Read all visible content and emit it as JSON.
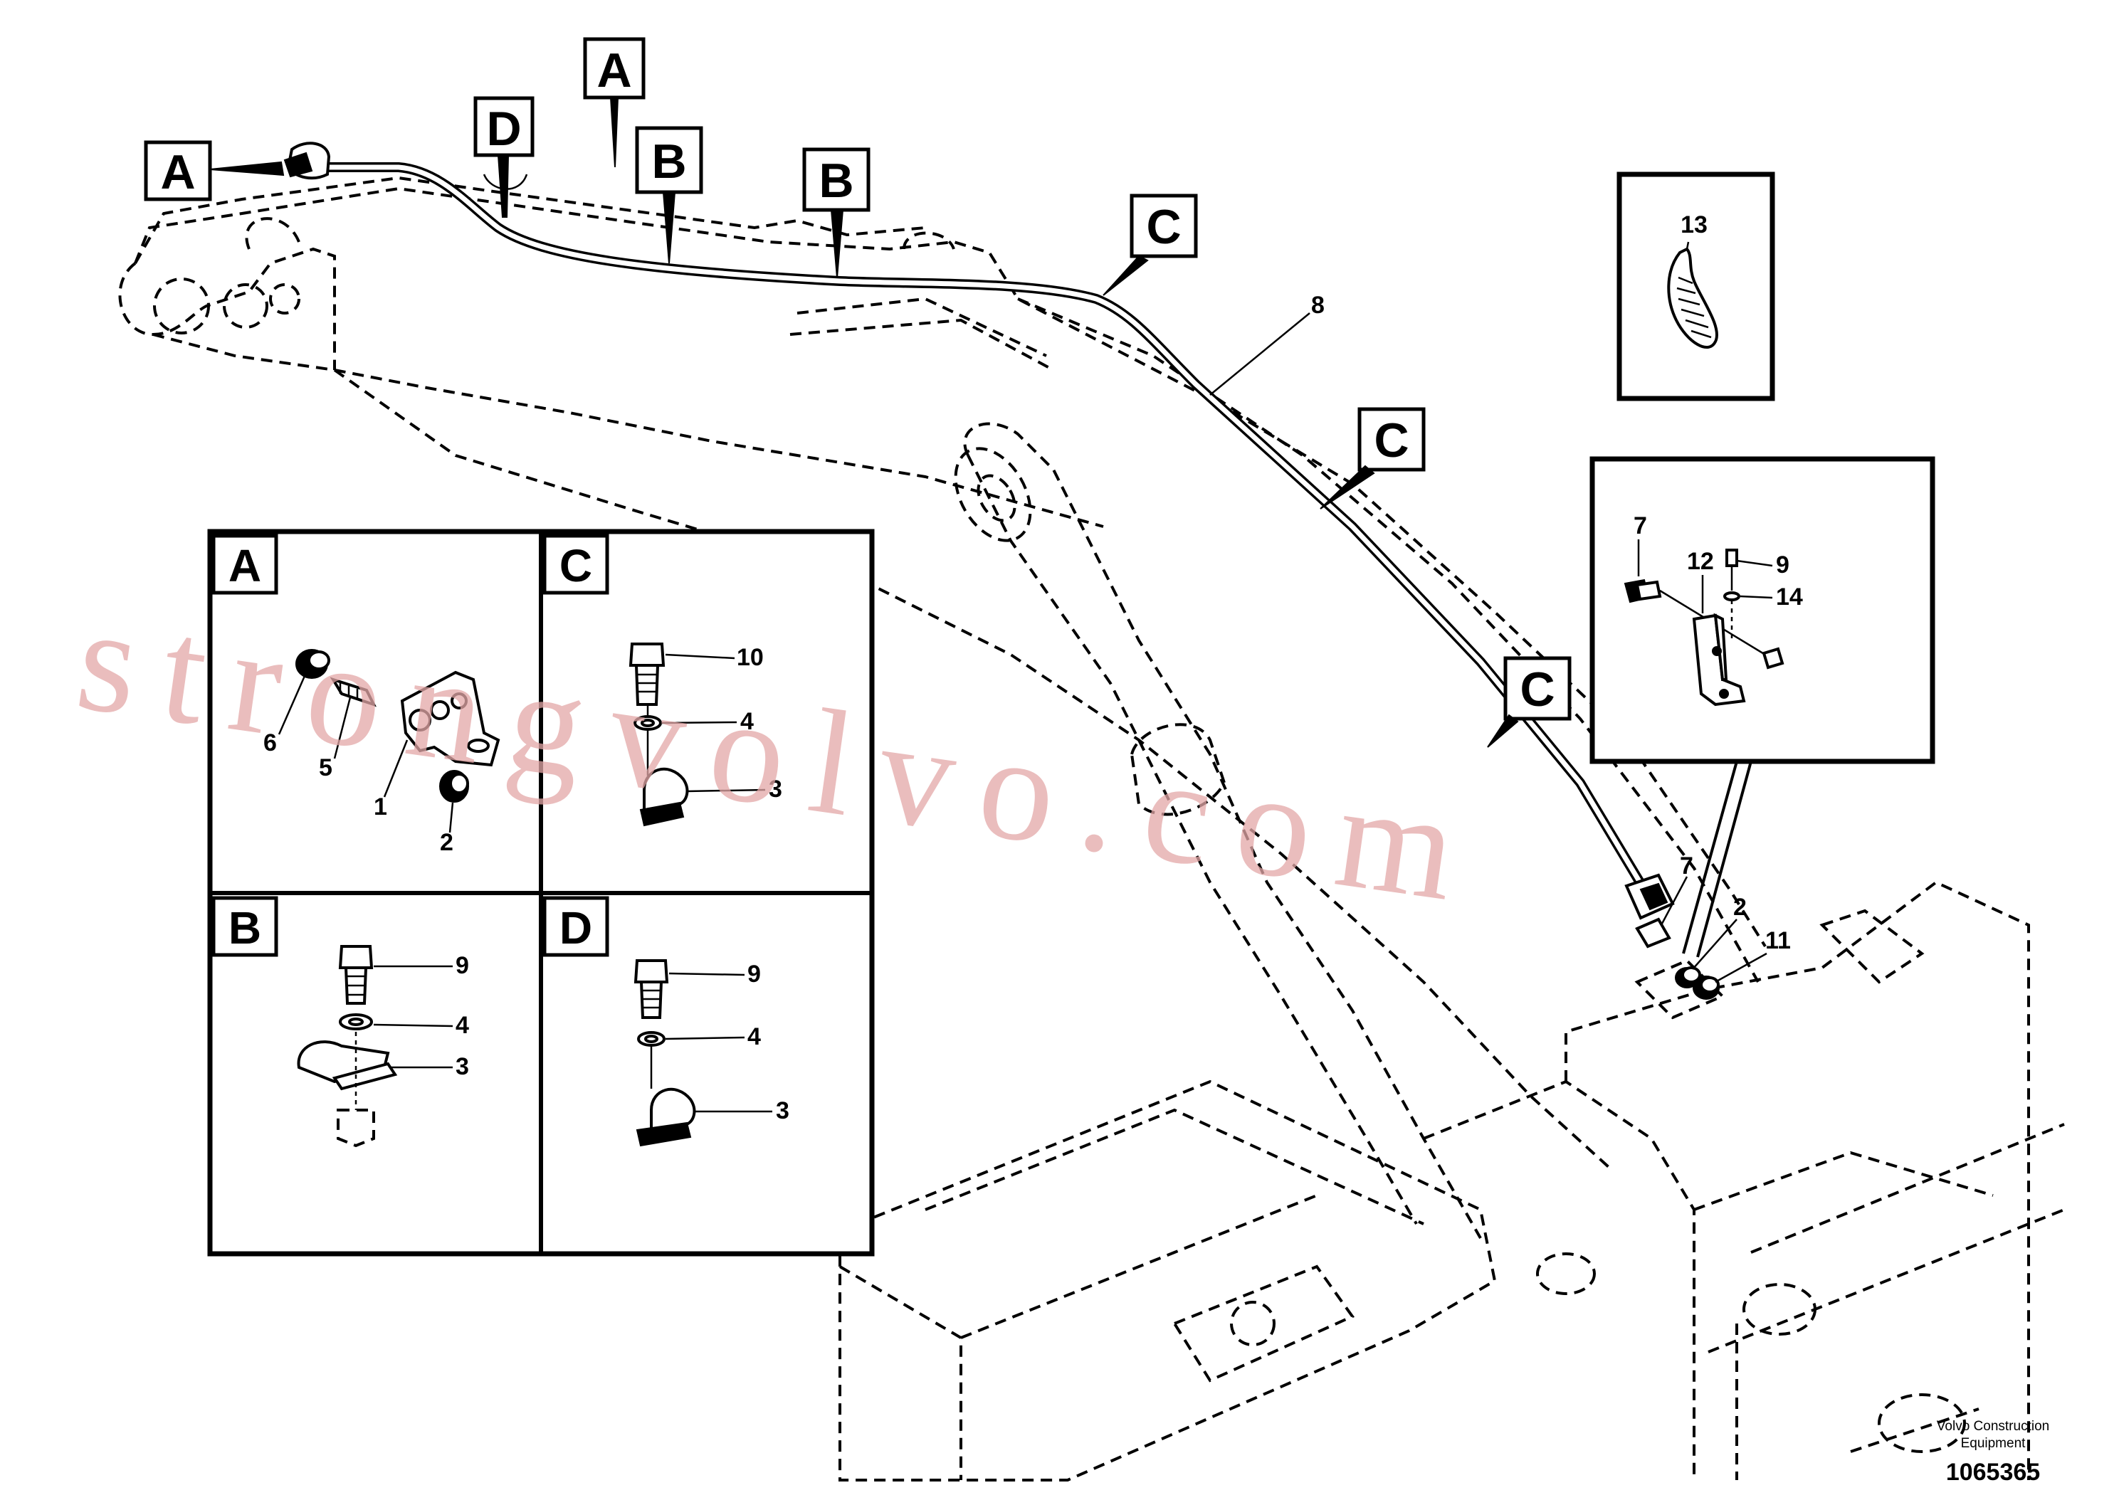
{
  "callouts": {
    "a_left": "A",
    "a_top": "A",
    "d_top": "D",
    "b_1": "B",
    "b_2": "B",
    "c_1": "C",
    "c_2": "C",
    "c_3": "C"
  },
  "hose_label": "8",
  "connection_labels": {
    "fitting": "7",
    "nut": "2",
    "cap": "11"
  },
  "inset_13": {
    "label": "13"
  },
  "inset_bracket": {
    "bolt_small": "7",
    "bracket": "12",
    "bolt": "9",
    "washer": "14"
  },
  "details": {
    "a": {
      "title": "A",
      "labels": [
        "6",
        "5",
        "1",
        "2"
      ]
    },
    "c": {
      "title": "C",
      "labels": [
        "10",
        "4",
        "3"
      ]
    },
    "b": {
      "title": "B",
      "labels": [
        "9",
        "4",
        "3"
      ]
    },
    "d": {
      "title": "D",
      "labels": [
        "9",
        "4",
        "3"
      ]
    }
  },
  "footer": {
    "company_line1": "Volvo Construction",
    "company_line2": "Equipment",
    "drawing_number": "1065365"
  },
  "watermark": "strongvolvo.com"
}
